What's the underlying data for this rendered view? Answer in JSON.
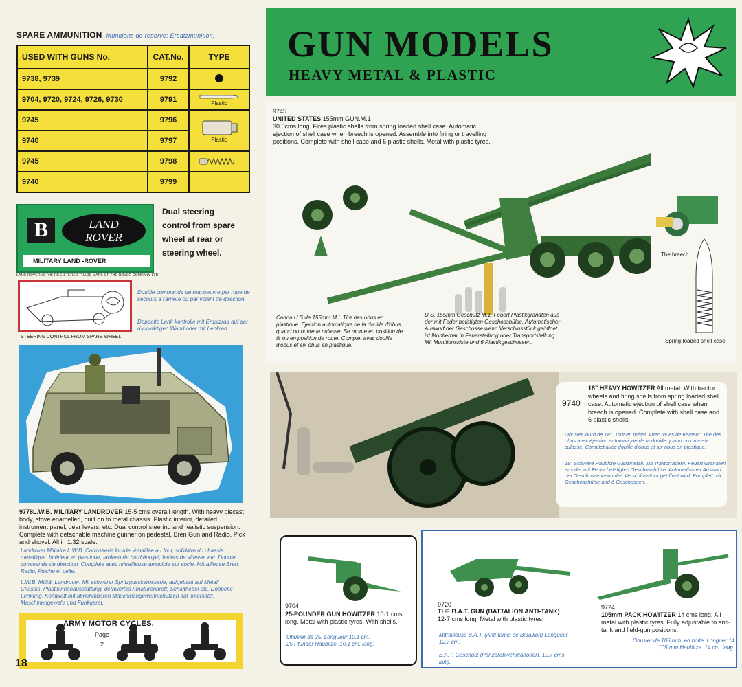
{
  "ammo": {
    "title": "SPARE AMMUNITION",
    "subtitle": "Munitions de reserve: Ersatzmunition.",
    "headers": [
      "USED WITH GUNS No.",
      "CAT.No.",
      "TYPE"
    ],
    "rows": [
      {
        "guns": "9738, 9739",
        "cat": "9792",
        "type": ""
      },
      {
        "guns": "9704, 9720, 9724, 9726, 9730",
        "cat": "9791",
        "type": "Plastic"
      },
      {
        "guns": "9745",
        "cat": "9796",
        "type": ""
      },
      {
        "guns": "9740",
        "cat": "9797",
        "type": "Plastic"
      },
      {
        "guns": "9745",
        "cat": "9798",
        "type": ""
      },
      {
        "guns": "9740",
        "cat": "9799",
        "type": ""
      }
    ]
  },
  "landrover_logo": {
    "badge": "B",
    "oval_line1": "LAND",
    "oval_line2": "ROVER",
    "strip": "MILITARY LAND -ROVER",
    "trademark": "LAND-ROVER IS THE REGISTERED TRADE MARK OF THE ROVER COMPANY LTD."
  },
  "dual_steering": "Dual steering control from spare wheel at rear or steering wheel.",
  "steering": {
    "fr": "Double commande de manoeuvre par roue de secours à l'arrière ou par volant de direction.",
    "de": "Doppelte Lenk-kontrolle mit Ersatzrad auf der rückwärtigen Wand oder mit Lenkrad.",
    "caption": "STEERING CONTROL FROM SPARE WHEEL"
  },
  "landrover": {
    "code": "9778",
    "name": "L.W.B. MILITARY LANDROVER",
    "desc": " 15·5 cms overall length. With heavy diecast body, stove enamelled, built on to metal chassis. Plastic interior, detailed instrument panel, gear levers, etc. Dual control steering and realistic suspension. Complete with detachable machine gunner on pedestal, Bren Gun and Radio. Pick and shovel. All in 1:32 scale.",
    "fr": "Landrover Militaire L.W.B. Carrosserie lourde, émaillée au four, solidaire du chassis métallique. Intérieur en plastique, tableau de bord équipé, leviers de vitesse, etc. Double commande de direction. Complete avec mitrailleuse amovible sur socle. Mitrailleuse Bren, Radio, Pioche et pelle.",
    "de": "L.W.B. Militär Landrover. Mit schwerer Spritzgusskarosserie, aufgebaut auf Metall Chassis. Plastikinnenausstattung, detailiertes Amaturenbrett, Schalthebel etc. Doppelte Lenkung. Komplett mit abnehmbaren Maschinengewehrschützen auf 'Intersatz', Maschinengewehr und Funkgerat."
  },
  "motorcycles": {
    "title": "ARMY MOTOR CYCLES.",
    "page_label": "Page",
    "page_num": "2"
  },
  "page_number": "18",
  "banner": {
    "title": "GUN MODELS",
    "subtitle": "HEAVY METAL & PLASTIC"
  },
  "gun_9745": {
    "code": "9745",
    "name": "UNITED STATES",
    "name_sub": " 155mm GUN.M.1",
    "desc": "30.5cms long. Fires plastic shells from spring loaded shell case. Automatic ejection of shell case when breech is opened. Assemble into firing or travelling positions. Complete with shell case and 6 plastic shells. Metal with plastic tyres.",
    "fr": "Canon U.S de 155mm M.I. Tire des obus en plastique. Ejection automatique de la douille d'obus quand on ouvre la culasse. Se monte en position de tir ou en position de route. Complet avec douille d'obus et six obus en plastique.",
    "de": "U.S. 155mm Geschütz M.1. Feuert Plastikgranaten aus der mit Feder betätigten Geschosshülse. Automatischer Auswurf der Geschosse wenn Verschlusstück geöffnet ist Montierbar in Feuerstellung oder Transportstellung. Mit Munitionskiste und 6 Plastikgeschossen.",
    "breech_label": "The breech.",
    "spring_label": "Spring-loaded shell case."
  },
  "gun_9740": {
    "code": "9740",
    "name": "18\" HEAVY HOWITZER",
    "desc": " All metal. With tractor wheels and firing shells from spring loaded shell case. Automatic ejection of shell case when breech is opened. Complete with shell case and 6 plastic shells.",
    "fr": "Obusier lourd de 18\". Tout en métal. Avec roues de tracteur. Tire des obus avec éjection automatique de la douille quand on ouvre la culasse. Complet avec douille d'obus et six obus en plastique.",
    "de": "18\" Schwere Haubitze Ganzmetall. Mit Traktorrädern. Feuert Granaten aus der mit Feder betätigten Geschosshülse. Automatischer Auswurf der Geschosse wenn das Verschlusstück geöffnet wird. Komplett mit Geschosshülse und 6 Geschossen."
  },
  "gun_9704": {
    "code": "9704",
    "name": "25-POUNDER GUN HOWITZER",
    "desc": " 10·1 cms long. Metal with plastic tyres. With shells.",
    "fr": "Obusier de 25. Longueur 10.1 cm.",
    "de": "25 Pfunder Haubitze. 10.1 cm. lang."
  },
  "gun_9720": {
    "code": "9720",
    "name": "THE B.A.T. GUN (BATTALION ANTI-TANK)",
    "desc": "12·7 cms long. Metal with plastic tyres.",
    "fr": "Mitrailleuse B.A.T. (Anti-tanks de Bataillon) Longueur 12.7 cm.",
    "de": "B.A.T. Geschutz (Panzerabwehrkanoner). 12.7 cms lang."
  },
  "gun_9724": {
    "code": "9724",
    "name": "105mm PACK HOWITZER",
    "desc": " 14 cms long. All metal with plastic tyres. Fully adjustable to anti-tank and field-gun positions.",
    "fr": "Obusier de 105 mm, en boite. Longuer 14 cm.",
    "de": "105 mm Haubitze. 14 cm. lang."
  },
  "colors": {
    "banner_green": "#2fa352",
    "table_yellow": "#f5df3a",
    "photo_blue": "#3aa0d8",
    "text_blue": "#3a6db0",
    "steer_red": "#c8343a"
  }
}
